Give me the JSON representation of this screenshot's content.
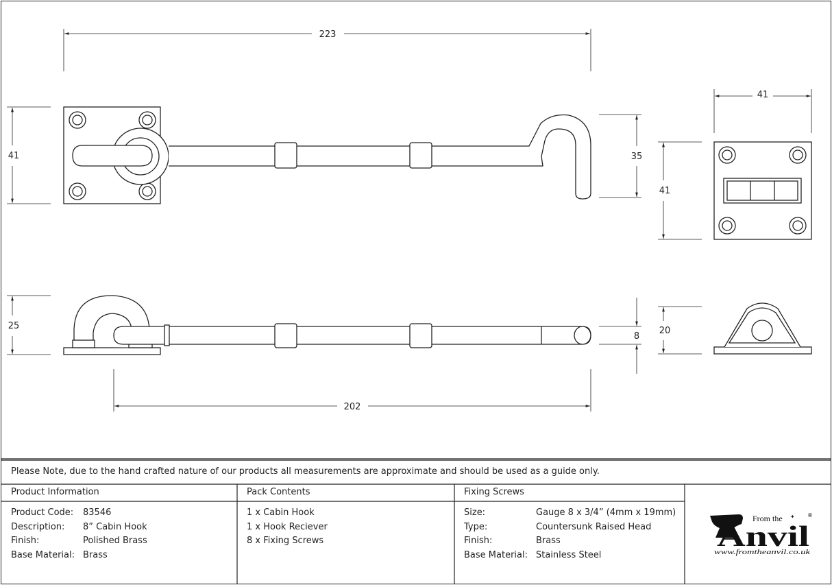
{
  "dimensions": {
    "top_width": "223",
    "plate_height": "41",
    "hook_height": "35",
    "receiver_width": "41",
    "receiver_height": "41",
    "side_height": "25",
    "shaft_diameter": "8",
    "receiver_side_height": "20",
    "bottom_length": "202"
  },
  "note": "Please Note, due to the hand crafted nature of our products all measurements are approximate and should be used as a guide only.",
  "product_info": {
    "header": "Product Information",
    "rows": [
      {
        "label": "Product Code:",
        "value": "83546"
      },
      {
        "label": "Description:",
        "value": "8” Cabin Hook"
      },
      {
        "label": "Finish:",
        "value": "Polished Brass"
      },
      {
        "label": "Base Material:",
        "value": "Brass"
      }
    ]
  },
  "pack_contents": {
    "header": "Pack Contents",
    "items": [
      "1 x Cabin Hook",
      "1 x Hook Reciever",
      "8 x Fixing Screws"
    ]
  },
  "fixing_screws": {
    "header": "Fixing Screws",
    "rows": [
      {
        "label": "Size:",
        "value": "Gauge 8 x 3/4” (4mm x 19mm)"
      },
      {
        "label": "Type:",
        "value": "Countersunk Raised Head"
      },
      {
        "label": "Finish:",
        "value": "Brass"
      },
      {
        "label": "Base Material:",
        "value": "Stainless Steel"
      }
    ]
  },
  "logo": {
    "from_the": "From the",
    "brand": "Anvil",
    "registered": "®",
    "url": "www.fromtheanvil.co.uk"
  }
}
